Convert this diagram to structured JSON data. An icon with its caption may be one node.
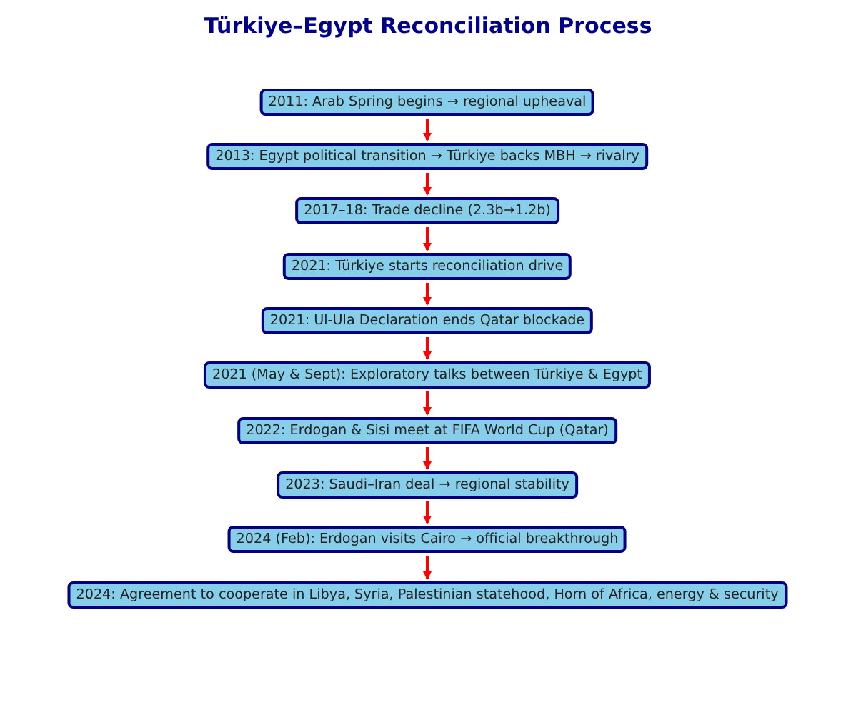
{
  "diagram": {
    "title": "Türkiye–Egypt Reconciliation Process",
    "nodes": [
      {
        "text": [
          "2011: Arab Spring begins → regional upheaval"
        ]
      },
      {
        "text": [
          "2013: Egypt political transition → Türkiye backs MBH → rivalry"
        ]
      },
      {
        "text": [
          "2017–18: Trade decline (2.3b→1.2b)"
        ]
      },
      {
        "text": [
          "2021: Türkiye starts reconciliation drive"
        ]
      },
      {
        "text": [
          "2021: Ul-Ula Declaration ends Qatar blockade"
        ]
      },
      {
        "text": [
          "2021 (May & Sept): Exploratory talks between Türkiye & Egypt"
        ]
      },
      {
        "text": [
          "2022: Erdogan & Sisi meet at FIFA World Cup (Qatar)"
        ]
      },
      {
        "text": [
          "2023: Saudi–Iran deal → regional stability"
        ]
      },
      {
        "text": [
          "2024 (Feb): Erdogan visits Cairo → official breakthrough"
        ]
      },
      {
        "text": [
          "2024: Agreement to cooperate in Libya, Syria, Palestinian statehood, Horn of Africa, energy & security"
        ]
      }
    ],
    "edges": [
      {
        "from": 0,
        "to": 1,
        "arrow": "to",
        "color": "#ff0000"
      },
      {
        "from": 1,
        "to": 2,
        "arrow": "to",
        "color": "#ff0000"
      },
      {
        "from": 2,
        "to": 3,
        "arrow": "to",
        "color": "#ff0000"
      },
      {
        "from": 3,
        "to": 4,
        "arrow": "to",
        "color": "#ff0000"
      },
      {
        "from": 4,
        "to": 5,
        "arrow": "to",
        "color": "#ff0000"
      },
      {
        "from": 5,
        "to": 6,
        "arrow": "to",
        "color": "#ff0000"
      },
      {
        "from": 6,
        "to": 7,
        "arrow": "to",
        "color": "#ff0000"
      },
      {
        "from": 7,
        "to": 8,
        "arrow": "to",
        "color": "#ff0000"
      },
      {
        "from": 8,
        "to": 9,
        "arrow": "to",
        "color": "#ff0000"
      }
    ]
  }
}
